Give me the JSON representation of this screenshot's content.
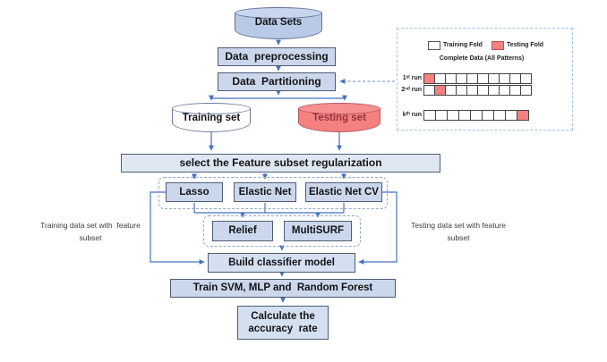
{
  "flowchart": {
    "nodes": {
      "data_sets": "Data Sets",
      "preprocessing": "Data  preprocessing",
      "partitioning": "Data  Partitioning",
      "training_set": "Training set",
      "testing_set": "Testing set",
      "feature_select": "select the Feature subset regularization",
      "lasso": "Lasso",
      "elastic_net": "Elastic Net",
      "elastic_net_cv": "Elastic Net CV",
      "relief": "Relief",
      "multisurf": "MultiSURF",
      "build_classifier": "Build classifier model",
      "train_models": "Train SVM, MLP and  Random Forest",
      "calculate_accuracy": "Calculate the\naccuracy  rate"
    },
    "side_labels": {
      "left": "Training data set with  feature\nsubset",
      "right": "Testing data set with feature\nsubset"
    }
  },
  "legend": {
    "training_fold_label": "Training Fold",
    "testing_fold_label": "Testing Fold",
    "title": "Complete Data (All Patterns)",
    "runs": [
      {
        "label": "1ˢᵗ run",
        "cells": 10,
        "red_index": 0
      },
      {
        "label": "2ⁿᵈ run",
        "cells": 10,
        "red_index": 1
      },
      {
        "label": "kᵗʰ run",
        "cells": 9,
        "red_index": 8
      }
    ]
  },
  "colors": {
    "box_fill": "#cbd7ec",
    "box_fill_light": "#dfe7f3",
    "box_border": "#4e5d73",
    "arrow_blue": "#4472c4",
    "dashed_container": "#93a7c9",
    "legend_border": "#9dc3e6",
    "testing_red": "#f58080",
    "testing_red_border": "#b05a66",
    "testing_text": "#99333a"
  }
}
